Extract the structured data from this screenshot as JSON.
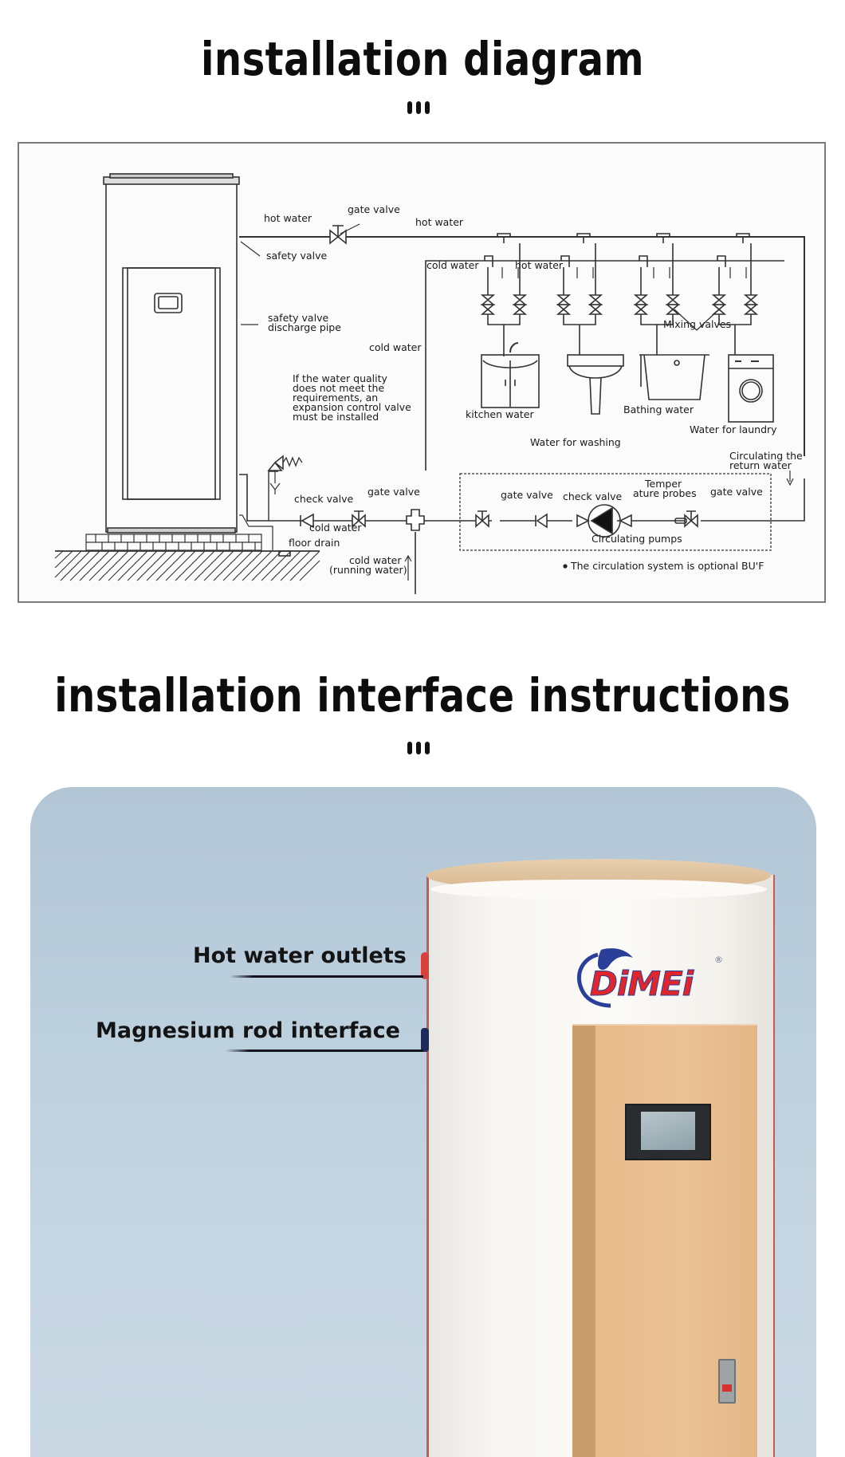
{
  "sections": {
    "diagram": {
      "title": "installation diagram",
      "labels": {
        "hot_water_left": "hot water",
        "gate_valve_top": "gate valve",
        "hot_water_main": "hot water",
        "safety_valve": "safety valve",
        "safety_valve_discharge_1": "safety valve",
        "safety_valve_discharge_2": "discharge pipe",
        "cold_water_riser": "cold water",
        "expansion_note": [
          "If the water quality",
          "does not meet the",
          "requirements, an",
          "expansion control valve",
          "must be installed"
        ],
        "cold_water_branch": "cold water",
        "hot_water_branch": "hot water",
        "mixing_valves": "Mixing valves",
        "kitchen_water": "kitchen water",
        "water_for_washing": "Water for washing",
        "bathing_water": "Bathing water",
        "water_for_laundry": "Water for laundry",
        "circulating_return_1": "Circulating the",
        "circulating_return_2": "return water",
        "check_valve_inlet": "check valve",
        "gate_valve_inlet": "gate valve",
        "cold_water_inlet": "cold water",
        "floor_drain": "floor drain",
        "cold_water_running_1": "cold water",
        "cold_water_running_2": "(running water)",
        "gate_valve_loop_left": "gate valve",
        "check_valve_loop": "check valve",
        "temperature_probes_1": "Temper",
        "temperature_probes_2": "ature probes",
        "gate_valve_loop_right": "gate valve",
        "circulating_pumps": "Circulating pumps",
        "circulation_note": "The circulation system is optional BU'F"
      }
    },
    "interface": {
      "title": "installation interface instructions",
      "callouts": [
        {
          "label": "Hot water outlets",
          "port_color": "#d9403a"
        },
        {
          "label": "Magnesium rod interface",
          "port_color": "#1f2a5a"
        }
      ],
      "brand_logo": {
        "text": "DiMEi",
        "registered_mark": "®",
        "text_color": "#e0262c",
        "swoosh_color": "#2a3f98"
      }
    }
  },
  "colors": {
    "card_bg_top": "#b3c6d6",
    "card_bg_bottom": "#c9d8e3",
    "tank_body": "#f4f3ef",
    "tank_rim": "#dcbf9c",
    "control_panel": "#e6b98a",
    "line": "#222222"
  }
}
